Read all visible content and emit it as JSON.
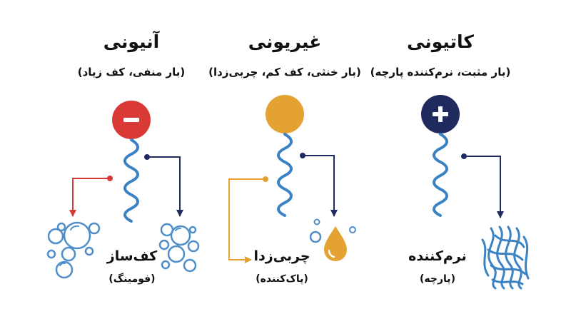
{
  "colors": {
    "text": "#111111",
    "navy": "#1f2b5e",
    "red": "#d93a36",
    "orange": "#e4a233",
    "wave": "#3a82c4",
    "light_blue": "#4f8ec9"
  },
  "columns": [
    {
      "title": "آنیونی",
      "subtitle": "(بار منفی، کف زیاد)",
      "head_symbol": "−",
      "head_color": "#d93a36",
      "effect_label": "کف‌ساز",
      "effect_sublabel": "(فومینگ)",
      "icon": "bubbles-icon"
    },
    {
      "title": "غیریونی",
      "subtitle": "(بار خنثی، کف کم، چربی‌زدا)",
      "head_symbol": "",
      "head_color": "#e4a233",
      "effect_label": "چربی‌زدا",
      "effect_sublabel": "(پاک‌کننده)",
      "icon": "oil-drop-icon"
    },
    {
      "title": "کاتیونی",
      "subtitle": "(بار مثبت، نرم‌کننده پارچه)",
      "head_symbol": "+",
      "head_color": "#1f2b5e",
      "effect_label": "نرم‌کننده",
      "effect_sublabel": "(پارچه)",
      "icon": "fabric-fibers-icon"
    }
  ]
}
